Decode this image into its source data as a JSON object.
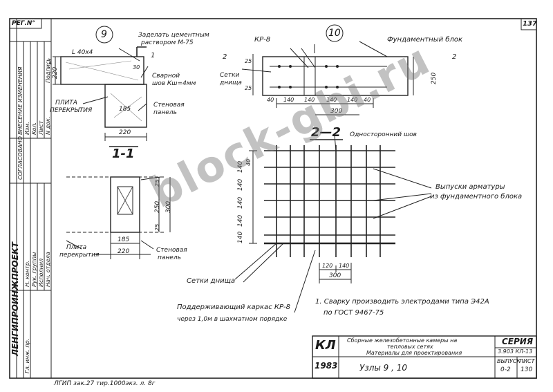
{
  "corner": {
    "reg_no": "РЕГ.N°",
    "sheet_no": "137"
  },
  "left_strip": {
    "organization": "ЛЕНГИПРОИНЖПРОЕКТ",
    "changes_header": "ВНЕСЕНИЕ ИЗМЕНЕНИЯ",
    "changes_cols": [
      "Изм.",
      "Кол.",
      "Лист",
      "N док.",
      "Подпись"
    ],
    "approval_header": "СОГЛАСОВАНО",
    "signers": [
      "Н. контр.",
      "Рук. группы",
      "Исполнил",
      "Нач. отдела",
      "Гл. инж. пр."
    ]
  },
  "views": {
    "node9_label": "9",
    "node10_label": "10",
    "section_11": "1-1",
    "section_22": "2—2",
    "cut_mark_1": "1",
    "cut_mark_2": "2"
  },
  "node9": {
    "angle": "L 40x4",
    "weld_seal_1": "Заделать цементным",
    "weld_seal_2": "раствором М-75",
    "weld_1": "Сварной",
    "weld_2": "шов Кш=4мм",
    "slab_1": "ПЛИТА",
    "slab_2": "ПЕРЕКРЫТИЯ",
    "panel_1": "Стеновая",
    "panel_2": "панель",
    "dim_220v": "220",
    "dim_185": "185",
    "dim_220h": "220",
    "dim_30": "30"
  },
  "node10": {
    "frame": "КР-8",
    "block": "Фундаментный блок",
    "mesh_1": "Сетки",
    "mesh_2": "днища",
    "dims_bottom": [
      "140",
      "140",
      "140",
      "140"
    ],
    "dim_300": "300",
    "dim_250": "250",
    "dim_25a": "25",
    "dim_25b": "25",
    "dim_40a": "40",
    "dim_40b": "40"
  },
  "sec11": {
    "slab_1": "Плита",
    "slab_2": "перекрытия",
    "panel_1": "Стеновая",
    "panel_2": "панель",
    "dim_185": "185",
    "dim_220": "220",
    "dim_250": "250",
    "dim_300": "300",
    "dim_25a": "25",
    "dim_25b": "25"
  },
  "sec22": {
    "one_sided_weld": "Односторонний шов",
    "rebar_1": "Выпуски арматуры",
    "rebar_2": "из фундаментного блока",
    "mesh": "Сетки днища",
    "support_1": "Поддерживающий каркас КР-8",
    "support_2": "через 1,0м в шахматном порядке",
    "vert_dims": [
      "140",
      "140",
      "140",
      "140",
      "140"
    ],
    "vert_dim_40": "40",
    "dim_120": "120",
    "dim_140": "140",
    "dim_300": "300"
  },
  "note": {
    "line1": "1. Сварку производить электродами типа Э42А",
    "line2": "по ГОСТ 9467-75"
  },
  "title_block": {
    "code": "КЛ",
    "year": "1983",
    "title_1": "Сборные железобетонные камеры на",
    "title_2": "тепловых сетях",
    "title_3": "Материалы для проектирования",
    "subject": "Узлы 9 , 10",
    "series_label": "СЕРИЯ",
    "series_value": "3.903 КЛ-13",
    "issue_label": "ВЫПУСК",
    "issue_value": "0-2",
    "sheet_label": "ЛИСТ",
    "sheet_value": "130"
  },
  "footer": {
    "print_info": "ЛГИП зак.27 тир.1000экз. л. 8г"
  },
  "watermark": "block-gbi.ru"
}
